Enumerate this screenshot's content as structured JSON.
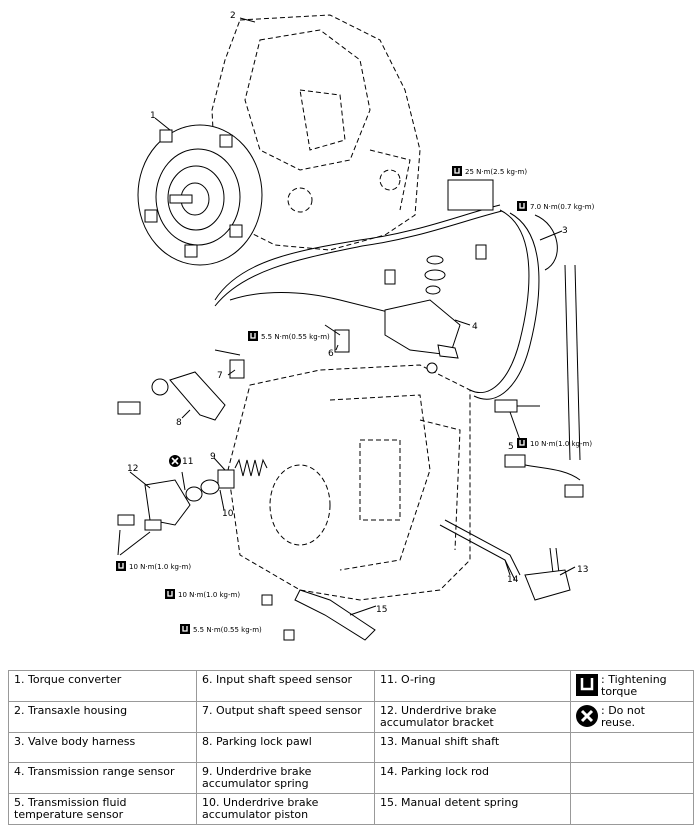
{
  "callouts": [
    "1",
    "2",
    "3",
    "4",
    "5",
    "6",
    "7",
    "8",
    "9",
    "10",
    "11",
    "12",
    "13",
    "14",
    "15"
  ],
  "torques": {
    "t25": "25 N·m(2.5 kg-m)",
    "t7": "7.0 N·m(0.7 kg-m)",
    "t55a": "5.5 N·m(0.55 kg-m)",
    "t10a": "10 N·m(1.0 kg-m)",
    "t10b": "10 N·m(1.0 kg-m)",
    "t10c": "10 N·m(1.0 kg-m)",
    "t55b": "5.5 N·m(0.55 kg-m)"
  },
  "legend": {
    "col1": [
      "1. Torque converter",
      "2. Transaxle housing",
      "3. Valve body harness",
      "4. Transmission range sensor",
      "5. Transmission fluid temperature sensor"
    ],
    "col2": [
      "6. Input shaft speed sensor",
      "7. Output shaft speed sensor",
      "8. Parking lock pawl",
      "9. Underdrive brake accumulator spring",
      "10. Underdrive brake accumulator piston"
    ],
    "col3": [
      "11. O-ring",
      "12. Underdrive brake accumulator bracket",
      "13. Manual shift shaft",
      "14. Parking lock rod",
      "15. Manual detent spring"
    ],
    "sym_torque": ": Tightening torque",
    "sym_noreuse": ": Do not reuse."
  }
}
